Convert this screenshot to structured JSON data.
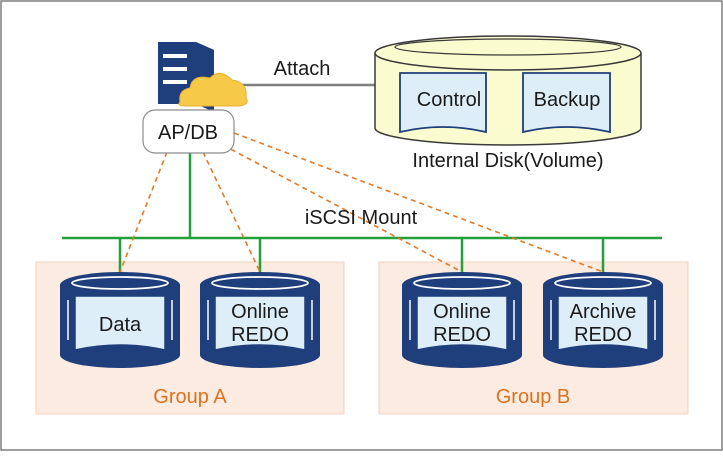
{
  "server": {
    "label": "AP/DB",
    "icon": "server-icon",
    "cloud_icon": "cloud-icon"
  },
  "attach_label": "Attach",
  "internal_disk": {
    "label": "Internal Disk(Volume)",
    "files": [
      {
        "label": "Control"
      },
      {
        "label": "Backup"
      }
    ]
  },
  "network_label": "iSCSI Mount",
  "groups": [
    {
      "label": "Group A",
      "disks": [
        {
          "line1": "Data",
          "line2": ""
        },
        {
          "line1": "Online",
          "line2": "REDO"
        }
      ]
    },
    {
      "label": "Group B",
      "disks": [
        {
          "line1": "Online",
          "line2": "REDO"
        },
        {
          "line1": "Archive",
          "line2": "REDO"
        }
      ]
    }
  ],
  "colors": {
    "disk_navy": "#1f3e7c",
    "doc_fill": "#deeef9",
    "group_fill": "#fcebe0",
    "bus_green": "#22a03a",
    "dash_orange": "#e07b2a",
    "cyl_fill": "#fbfbd0",
    "group_text": "#d9731f"
  }
}
